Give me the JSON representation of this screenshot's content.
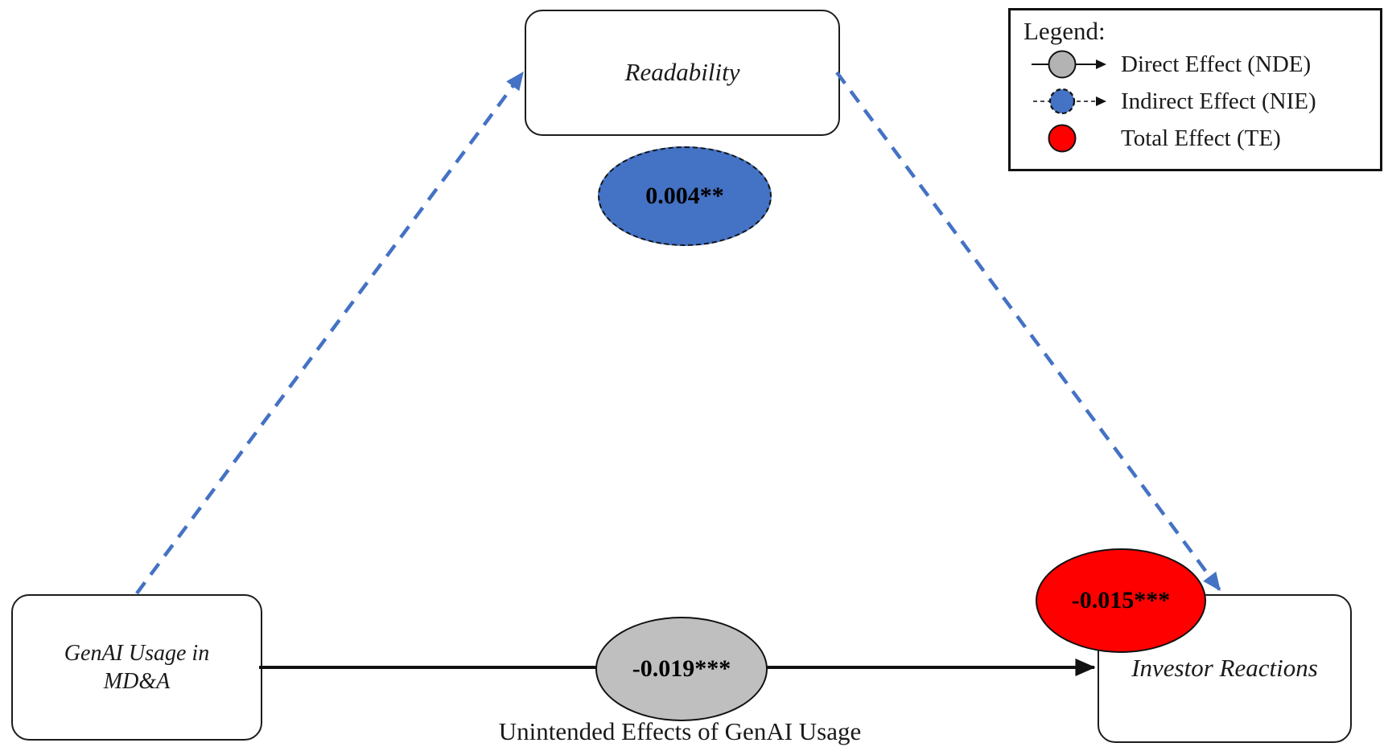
{
  "diagram": {
    "nodes": {
      "mediator": "Readability",
      "predictor": "GenAI Usage in\nMD&A",
      "outcome": "Investor Reactions"
    },
    "effects": {
      "indirect_coefficient": "0.004**",
      "direct_coefficient": "-0.019***",
      "total_coefficient": "-0.015***"
    },
    "caption": "Unintended Effects of GenAI Usage"
  },
  "legend": {
    "title": "Legend:",
    "items": [
      {
        "label": "Direct Effect (NDE)",
        "symbol": "gray-circle-solid-arrow"
      },
      {
        "label": "Indirect Effect (NIE)",
        "symbol": "blue-circle-dashed-arrow"
      },
      {
        "label": "Total Effect (TE)",
        "symbol": "red-circle"
      }
    ]
  },
  "colors": {
    "indirect_blue": "#4472c4",
    "direct_gray": "#bfbfbf",
    "total_red": "#ff0000",
    "line_black": "#111111"
  }
}
